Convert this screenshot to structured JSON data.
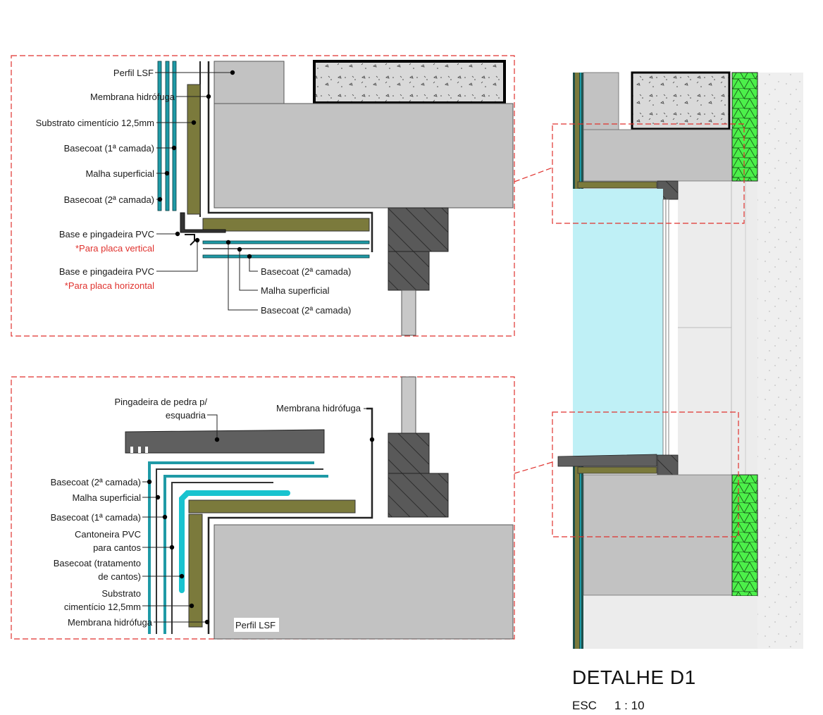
{
  "detail": {
    "title": "DETALHE D1",
    "scale_label": "ESC",
    "scale_value": "1 : 10"
  },
  "top_detail": {
    "labels": {
      "perfil_lsf": "Perfil LSF",
      "membrana": "Membrana hidrófuga",
      "substrato": "Substrato cimentício 12,5mm",
      "basecoat1": "Basecoat (1ª camada)",
      "malha": "Malha superficial",
      "basecoat2": "Basecoat (2ª camada)",
      "base_pvc_v": "Base e pingadeira PVC",
      "note_vertical": "*Para placa vertical",
      "base_pvc_h": "Base e pingadeira PVC",
      "note_horizontal": "*Para placa horizontal",
      "r_basecoat2": "Basecoat (2ª camada)",
      "r_malha": "Malha superficial",
      "r_basecoat2b": "Basecoat (2ª camada)"
    }
  },
  "bottom_detail": {
    "labels": {
      "pingadeira_l1": "Pingadeira de pedra p/",
      "pingadeira_l2": "esquadria",
      "membrana_top": "Membrana hidrófuga",
      "basecoat2": "Basecoat (2ª camada)",
      "malha": "Malha superficial",
      "basecoat1": "Basecoat (1ª camada)",
      "cantoneira_l1": "Cantoneira PVC",
      "cantoneira_l2": "para cantos",
      "bc_tratamento_l1": "Basecoat (tratamento",
      "bc_tratamento_l2": "de cantos)",
      "substrato_l1": "Substrato",
      "substrato_l2": "cimentício 12,5mm",
      "membrana_bottom": "Membrana hidrófuga",
      "perfil_lsf": "Perfil LSF"
    }
  },
  "colors": {
    "olive": "#7b7a3c",
    "teal": "#1f9aa6",
    "cyan_strip": "#19c3cf",
    "concrete": "#c2c2c2",
    "dark_block": "#5a5a5a",
    "glass": "#bff0f6",
    "insulation": "#4cf04a",
    "callout": "#e0322e"
  }
}
